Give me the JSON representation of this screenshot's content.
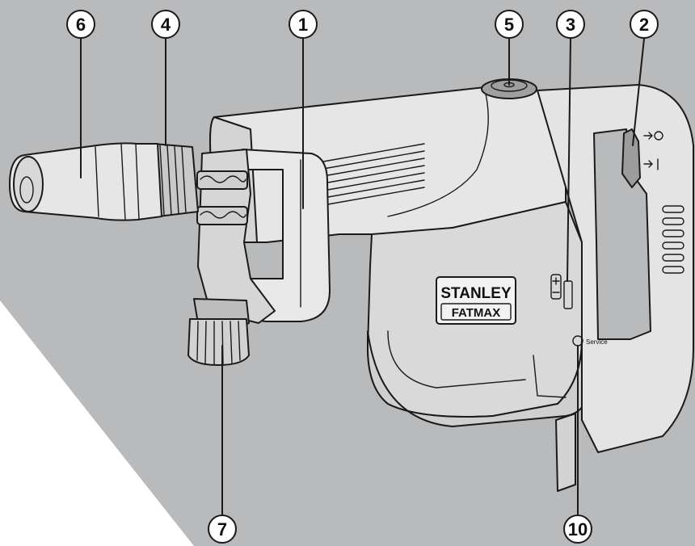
{
  "colors": {
    "background_gray": "#b9babc",
    "body_light": "#e9e9e9",
    "body_mid": "#d2d2d2",
    "body_dark": "#bdbdbd",
    "outline": "#1a1a1a"
  },
  "callouts": [
    {
      "id": "1",
      "label": "1"
    },
    {
      "id": "2",
      "label": "2"
    },
    {
      "id": "3",
      "label": "3"
    },
    {
      "id": "4",
      "label": "4"
    },
    {
      "id": "5",
      "label": "5"
    },
    {
      "id": "6",
      "label": "6"
    },
    {
      "id": "7",
      "label": "7"
    },
    {
      "id": "10",
      "label": "10"
    }
  ],
  "brand": {
    "line1": "STANLEY",
    "line2": "FATMAX"
  },
  "panel_label": "Service",
  "icons": [
    "arrow-circle-icon",
    "arrow-line-icon",
    "plus-minus-dial-icon",
    "service-indicator-lamp-icon"
  ]
}
